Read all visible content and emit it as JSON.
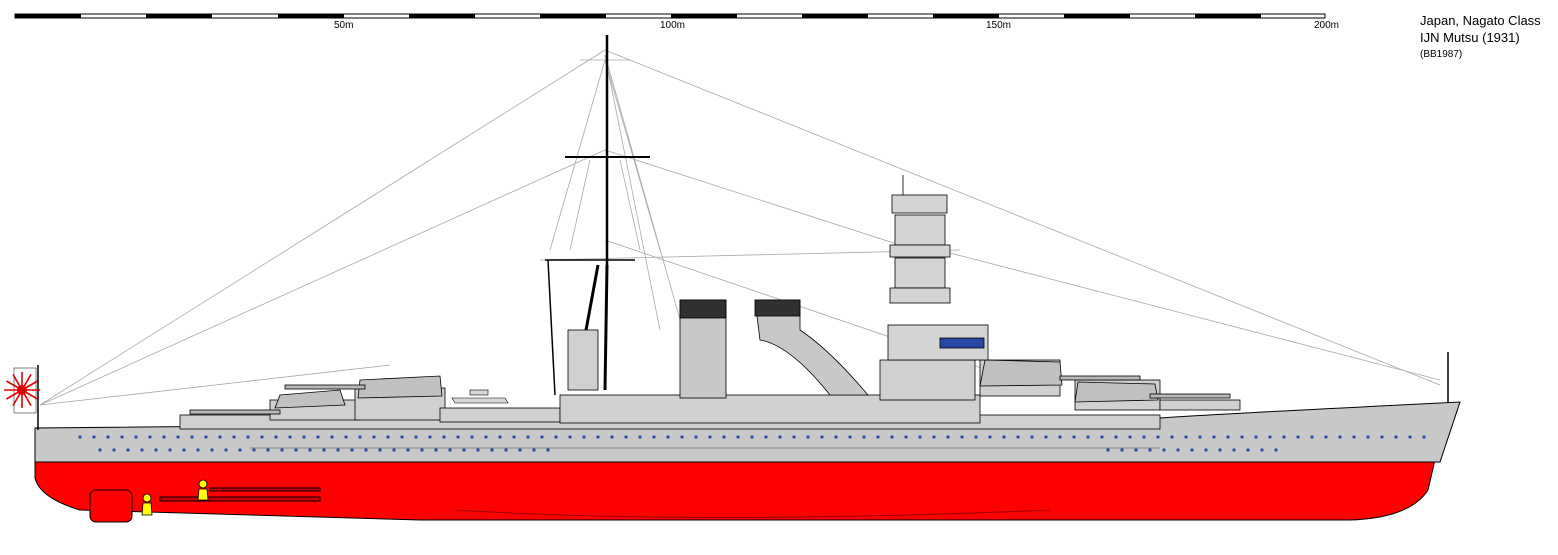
{
  "scale": {
    "labels": [
      "50m",
      "100m",
      "150m",
      "200m"
    ]
  },
  "title": {
    "line1": "Japan, Nagato Class",
    "line2": "IJN Mutsu (1931)",
    "ref": "(BB1987)"
  },
  "colors": {
    "hull_lower": "#ff0000",
    "hull_upper": "#c8c8c8",
    "superstructure": "#d0d0d0",
    "turret": "#c0c0c0",
    "funnel_cap": "#303030",
    "porthole": "#2848a8",
    "lines": "#000000",
    "rigging": "#a0a0a0",
    "flag_red": "#e00000",
    "figure": "#ffff00"
  },
  "icons": {
    "flag": "rising-sun-ensign-icon",
    "figure": "crew-figure-icon",
    "aircraft": "floatplane-icon"
  }
}
